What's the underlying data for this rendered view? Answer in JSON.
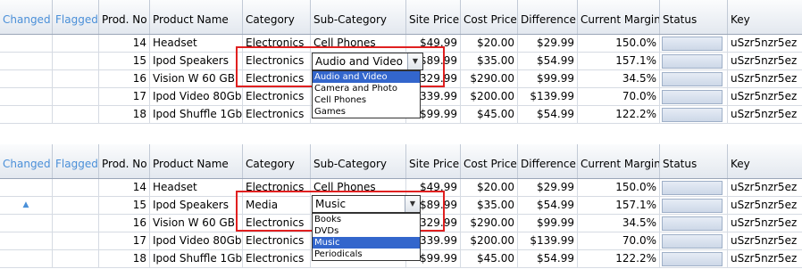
{
  "columns": [
    "Changed",
    "Flagged",
    "Prod. No",
    "Product Name",
    "Category",
    "Sub-Category",
    "Site Price",
    "Cost Price",
    "Difference",
    "Current Margin",
    "Status",
    "Key"
  ],
  "grid1": {
    "rows": [
      {
        "changed": "",
        "prod_no": "14",
        "name": "Headset",
        "category": "Electronics",
        "subcategory": "Cell Phones",
        "site_price": "$49.99",
        "cost_price": "$20.00",
        "difference": "$29.99",
        "margin": "150.0%",
        "key": "uSzr5nzr5ez"
      },
      {
        "changed": "",
        "prod_no": "15",
        "name": "Ipod Speakers",
        "category": "Electronics",
        "subcategory": "",
        "site_price": "$89.99",
        "cost_price": "$35.00",
        "difference": "$54.99",
        "margin": "157.1%",
        "key": "uSzr5nzr5ez"
      },
      {
        "changed": "",
        "prod_no": "16",
        "name": "Vision W 60 GB",
        "category": "Electronics",
        "subcategory": "",
        "site_price": "$329.99",
        "cost_price": "$290.00",
        "difference": "$99.99",
        "margin": "34.5%",
        "key": "uSzr5nzr5ez"
      },
      {
        "changed": "",
        "prod_no": "17",
        "name": "Ipod Video 80Gb",
        "category": "Electronics",
        "subcategory": "",
        "site_price": "$339.99",
        "cost_price": "$200.00",
        "difference": "$139.99",
        "margin": "70.0%",
        "key": "uSzr5nzr5ez"
      },
      {
        "changed": "",
        "prod_no": "18",
        "name": "Ipod Shuffle 1Gb",
        "category": "Electronics",
        "subcategory": "Audio and Video",
        "site_price": "$99.99",
        "cost_price": "$45.00",
        "difference": "$54.99",
        "margin": "122.2%",
        "key": "uSzr5nzr5ez"
      }
    ],
    "editor_value": "Audio and Video",
    "options": [
      "Audio and Video",
      "Camera and Photo",
      "Cell Phones",
      "Games"
    ],
    "selected_option": "Audio and Video"
  },
  "grid2": {
    "rows": [
      {
        "changed": "",
        "prod_no": "14",
        "name": "Headset",
        "category": "Electronics",
        "subcategory": "Cell Phones",
        "site_price": "$49.99",
        "cost_price": "$20.00",
        "difference": "$29.99",
        "margin": "150.0%",
        "key": "uSzr5nzr5ez"
      },
      {
        "changed": "▲",
        "prod_no": "15",
        "name": "Ipod Speakers",
        "category": "Media",
        "subcategory": "",
        "site_price": "$89.99",
        "cost_price": "$35.00",
        "difference": "$54.99",
        "margin": "157.1%",
        "key": "uSzr5nzr5ez"
      },
      {
        "changed": "",
        "prod_no": "16",
        "name": "Vision W 60 GB",
        "category": "Electronics",
        "subcategory": "",
        "site_price": "$329.99",
        "cost_price": "$290.00",
        "difference": "$99.99",
        "margin": "34.5%",
        "key": "uSzr5nzr5ez"
      },
      {
        "changed": "",
        "prod_no": "17",
        "name": "Ipod Video 80Gb",
        "category": "Electronics",
        "subcategory": "",
        "site_price": "$339.99",
        "cost_price": "$200.00",
        "difference": "$139.99",
        "margin": "70.0%",
        "key": "uSzr5nzr5ez"
      },
      {
        "changed": "",
        "prod_no": "18",
        "name": "Ipod Shuffle 1Gb",
        "category": "Electronics",
        "subcategory": "",
        "site_price": "$99.99",
        "cost_price": "$45.00",
        "difference": "$54.99",
        "margin": "122.2%",
        "key": "uSzr5nzr5ez"
      }
    ],
    "editor_value": "Music",
    "options": [
      "Books",
      "DVDs",
      "Music",
      "Periodicals"
    ],
    "selected_option": "Music"
  },
  "icons": {
    "dropdown_button": "chevron-down-icon",
    "changed_marker": "triangle-up-icon"
  },
  "colors": {
    "header_link": "#4a8fd8",
    "highlight_border": "#e02020",
    "selected_item": "#3366cc",
    "changed_marker": "#4a90d9"
  }
}
